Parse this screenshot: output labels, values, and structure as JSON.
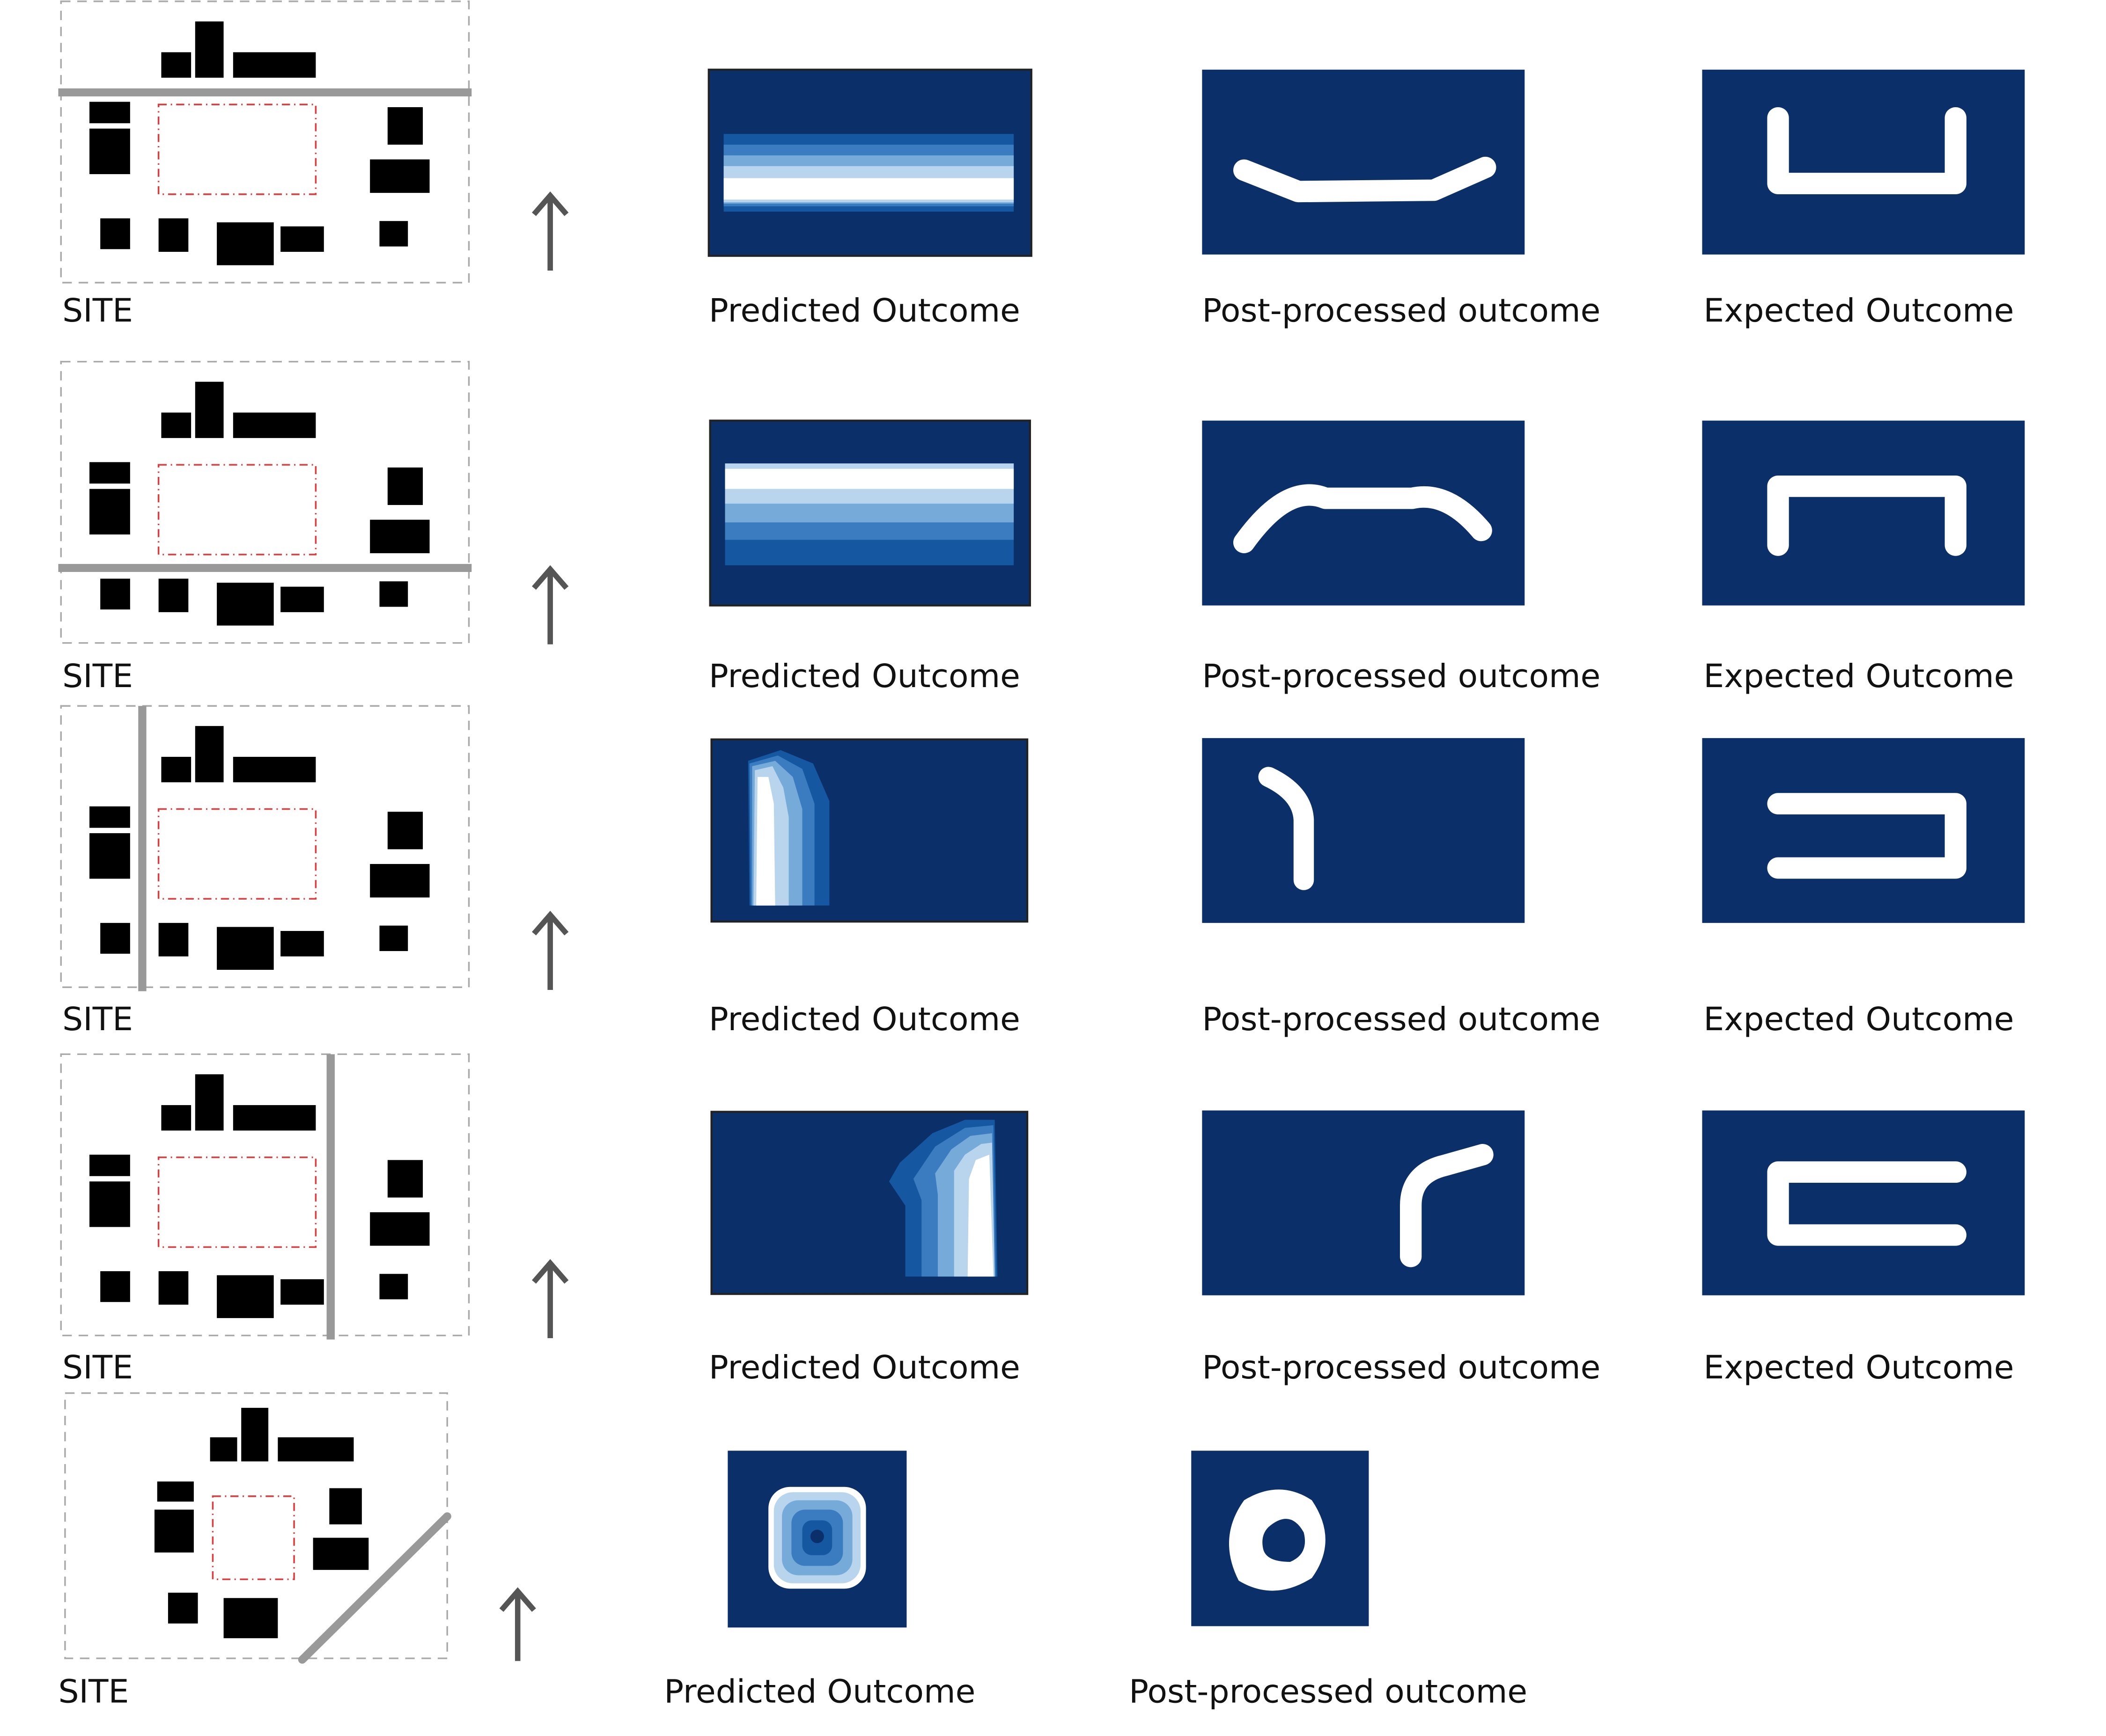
{
  "labels": {
    "site": "SITE",
    "predicted": "Predicted Outcome",
    "postprocessed": "Post-processed outcome",
    "expected": "Expected Outcome"
  },
  "colors": {
    "panel_blue": "#0b3069",
    "building_black": "#000000",
    "road_grey": "#999999",
    "boundary_red": "#e03a3a",
    "dash_grey": "#aaaaaa",
    "stroke_white": "#ffffff",
    "shade_1": "#1557a0",
    "shade_2": "#3b7bbf",
    "shade_3": "#76aad8",
    "shade_4": "#b9d5ee",
    "shade_5": "#ffffff"
  },
  "icons": {
    "north_arrow": "north-arrow-icon"
  },
  "rows": [
    {
      "road": "horizontal top",
      "predicted_pattern": "horizontal band",
      "postprocessed_shape": "shallow U curve",
      "expected_shape": "U"
    },
    {
      "road": "horizontal bottom",
      "predicted_pattern": "horizontal band",
      "postprocessed_shape": "arch",
      "expected_shape": "inverted U"
    },
    {
      "road": "vertical left",
      "predicted_pattern": "vertical band left",
      "postprocessed_shape": "hook",
      "expected_shape": "bracket opening left"
    },
    {
      "road": "vertical right",
      "predicted_pattern": "vertical band right",
      "postprocessed_shape": "bent line",
      "expected_shape": "bracket opening right"
    },
    {
      "road": "diagonal",
      "predicted_pattern": "concentric square",
      "postprocessed_shape": "ring"
    }
  ]
}
